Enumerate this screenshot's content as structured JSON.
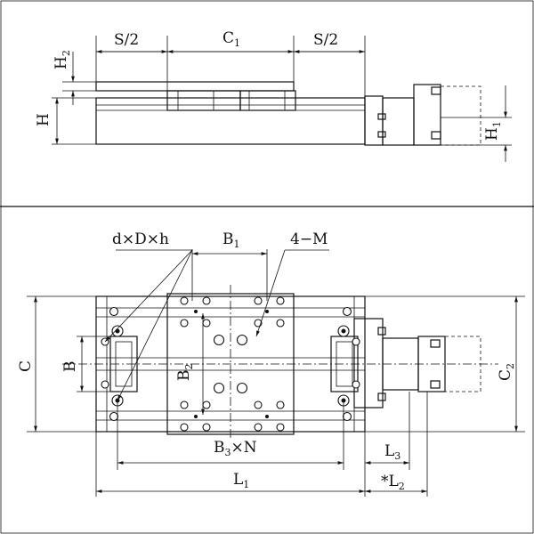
{
  "labels": {
    "h2": "H",
    "h2_sub": "2",
    "h": "H",
    "s_half_left": "S/2",
    "c1": "C",
    "c1_sub": "1",
    "s_half_right": "S/2",
    "h1": "H",
    "h1_sub": "1",
    "dxdxh": "d×D×h",
    "b1": "B",
    "b1_sub": "1",
    "four_m": "4−M",
    "c": "C",
    "b": "B",
    "b2": "B",
    "b2_sub": "2",
    "c2": "C",
    "c2_sub": "2",
    "b3n": "B",
    "b3n_sub": "3",
    "b3n_tail": "×N",
    "l3": "L",
    "l3_sub": "3",
    "l1": "L",
    "l1_sub": "1",
    "l2_prefix": "*L",
    "l2_sub": "2"
  }
}
